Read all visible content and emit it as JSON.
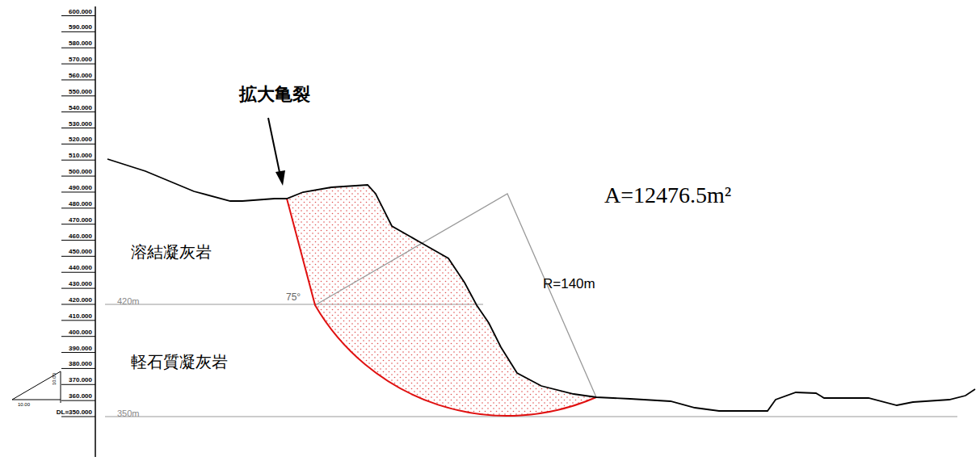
{
  "diagram": {
    "labels": [
      "600.000",
      "590.000",
      "580.000",
      "570.000",
      "560.000",
      "550.000",
      "540.000",
      "530.000",
      "520.000",
      "510.000",
      "500.000",
      "490.000",
      "480.000",
      "470.000",
      "460.000",
      "450.000",
      "440.000",
      "430.000",
      "420.000",
      "410.000",
      "400.000",
      "390.000",
      "380.000",
      "370.000",
      "360.000",
      "DL=350.000",
      "拡大亀裂",
      "溶結凝灰岩",
      "軽石質凝灰岩",
      "A=12476.5m²",
      "R=140m",
      "75°",
      "420m",
      "350m",
      "10.00",
      "10.00"
    ]
  }
}
